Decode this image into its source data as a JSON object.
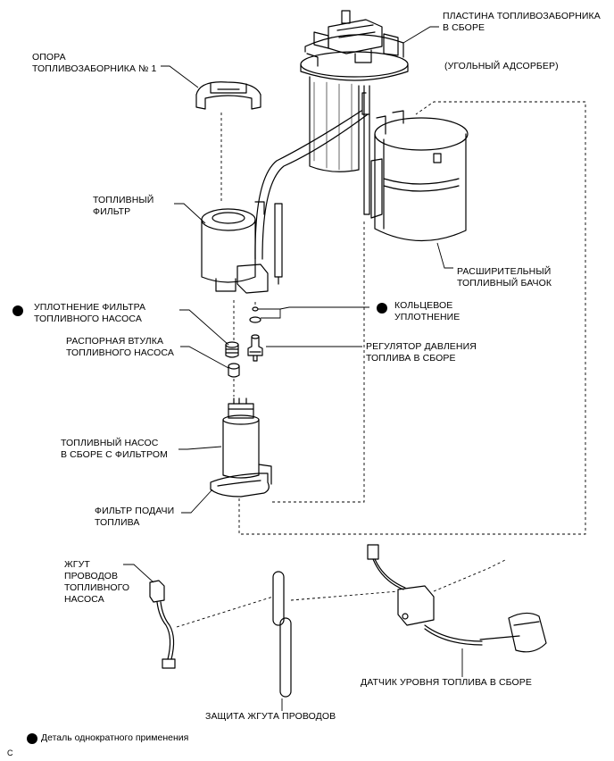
{
  "labels": {
    "pump_plate": "ПЛАСТИНА ТОПЛИВОЗАБОРНИКА\nВ СБОРЕ",
    "charcoal": "(УГОЛЬНЫЙ АДСОРБЕР)",
    "support_no1": "ОПОРА\nТОПЛИВОЗАБОРНИКА № 1",
    "fuel_filter": "ТОПЛИВНЫЙ\nФИЛЬТР",
    "sub_tank": "РАСШИРИТЕЛЬНЫЙ\nТОПЛИВНЫЙ БАЧОК",
    "filter_seal": "УПЛОТНЕНИЕ ФИЛЬТРА\nТОПЛИВНОГО НАСОСА",
    "o_ring": "КОЛЬЦЕВОЕ\nУПЛОТНЕНИЕ",
    "spacer": "РАСПОРНАЯ ВТУЛКА\nТОПЛИВНОГО НАСОСА",
    "regulator": "РЕГУЛЯТОР ДАВЛЕНИЯ\nТОПЛИВА В СБОРЕ",
    "pump_assy": "ТОПЛИВНЫЙ НАСОС\nВ СБОРЕ С ФИЛЬТРОМ",
    "suction_filter": "ФИЛЬТР ПОДАЧИ\nТОПЛИВА",
    "wire_harness": "ЖГУТ\nПРОВОДОВ\nТОПЛИВНОГО\nНАСОСА",
    "level_sender": "ДАТЧИК УРОВНЯ ТОПЛИВА В СБОРЕ",
    "protector": "ЗАЩИТА ЖГУТА ПРОВОДОВ"
  },
  "legend": {
    "text": "Деталь однократного применения"
  },
  "corner_mark": "C"
}
